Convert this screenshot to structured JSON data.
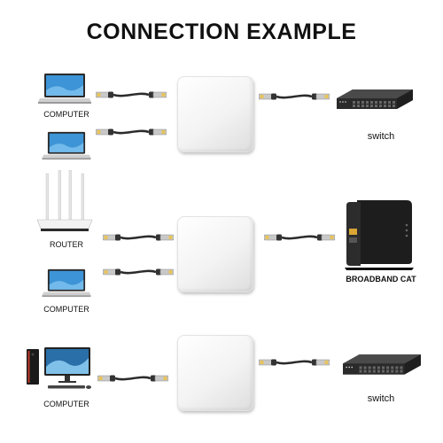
{
  "title": "CONNECTION EXAMPLE",
  "labels": {
    "computer_1": "COMPUTER",
    "switch_1": "switch",
    "router": "ROUTER",
    "broadband_cat": "BROADBAND CAT",
    "computer_2": "COMPUTER",
    "computer_3": "COMPUTER",
    "switch_2": "switch"
  },
  "icons": [
    "laptop-icon",
    "router-icon",
    "desktop-pc-icon",
    "network-switch-icon",
    "broadband-modem-icon",
    "ethernet-cable-icon",
    "extender-box-icon"
  ],
  "colors": {
    "cable": "#2b2b2b",
    "connector": "#c8c8c8",
    "box": "#f4f4f4",
    "screen": "#4aa3df"
  }
}
